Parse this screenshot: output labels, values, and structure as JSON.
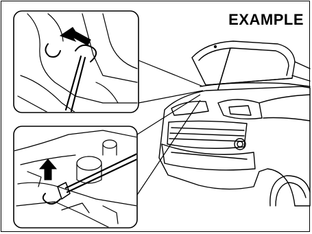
{
  "figure": {
    "label": "EXAMPLE",
    "colors": {
      "line": "#000000",
      "background": "#ffffff",
      "detail": "#444444"
    },
    "icons": {
      "detail_top": "hood-prop-rod-clip-detail",
      "detail_bottom": "hood-prop-rod-holder-detail",
      "arrow_top": "arrow-icon",
      "arrow_bottom": "arrow-up-icon"
    }
  }
}
